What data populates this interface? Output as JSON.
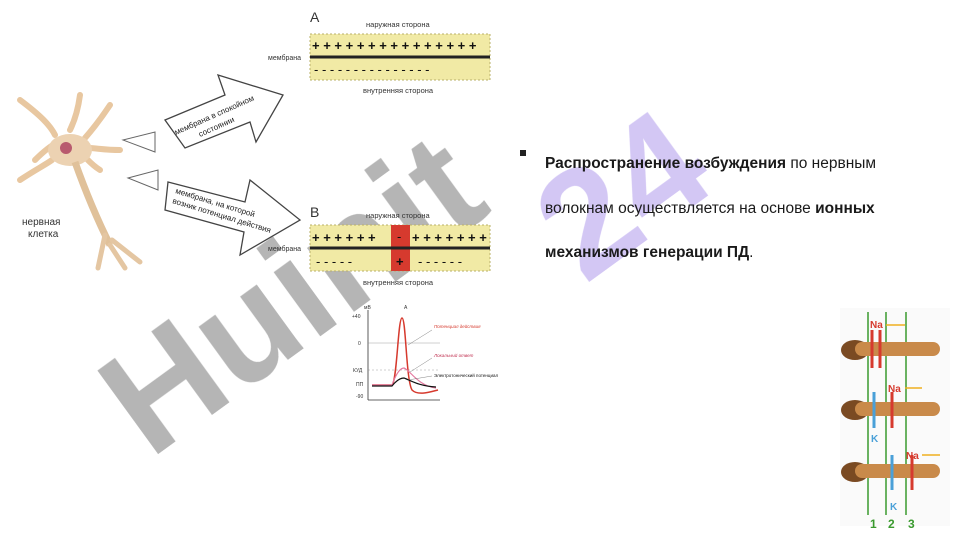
{
  "slide": {
    "bullet": {
      "part1_bold": "Распространение возбуждения",
      "part2": " по нервным волокнам осуществляется на основе ",
      "part3_bold": "ионных механизмов генерации ПД",
      "part4": "."
    }
  },
  "watermark": {
    "text_gray": "Huinit",
    "text_purple": "24"
  },
  "neuron": {
    "label_line1": "нервная",
    "label_line2": "клетка"
  },
  "arrows": {
    "upper_line1": "мембрана в спокойном",
    "upper_line2": "состоянии",
    "lower_line1": "мембрана, на которой",
    "lower_line2": "возник потенциал действия"
  },
  "panel_a": {
    "letter": "A",
    "outer": "наружная сторона",
    "inner": "внутренняя сторона",
    "membrane": "мембрана",
    "plus_row": "+ + + + + + + + + + + + + + +",
    "minus_row": "- - - - - - - - - - - - - - -"
  },
  "panel_b": {
    "letter": "B",
    "outer": "наружная сторона",
    "inner": "внутренняя сторона",
    "membrane": "мембрана",
    "plus_left": "+ + + + + +",
    "plus_right": "+ + + + + + +",
    "minus_left": "- - - - -",
    "minus_right": "- - - - - -",
    "red_top": "-",
    "red_bottom": "+"
  },
  "ap_graph": {
    "unit": "мВ",
    "panel": "A",
    "ticks": [
      "+40",
      "0",
      "КУД",
      "ПП",
      "-90"
    ],
    "legend": [
      "Потенциал действия",
      "Локальный ответ",
      "Электротонический потенциал"
    ]
  },
  "ion_figure": {
    "na": "Na",
    "k": "K",
    "positions": [
      "1",
      "2",
      "3"
    ]
  },
  "colors": {
    "membrane_fill": "#f0eaa6",
    "red": "#d63a2e",
    "watermark_gray": "#9a9a9a",
    "watermark_purple": "#c9b8f2",
    "green_line": "#3a9a2e"
  }
}
